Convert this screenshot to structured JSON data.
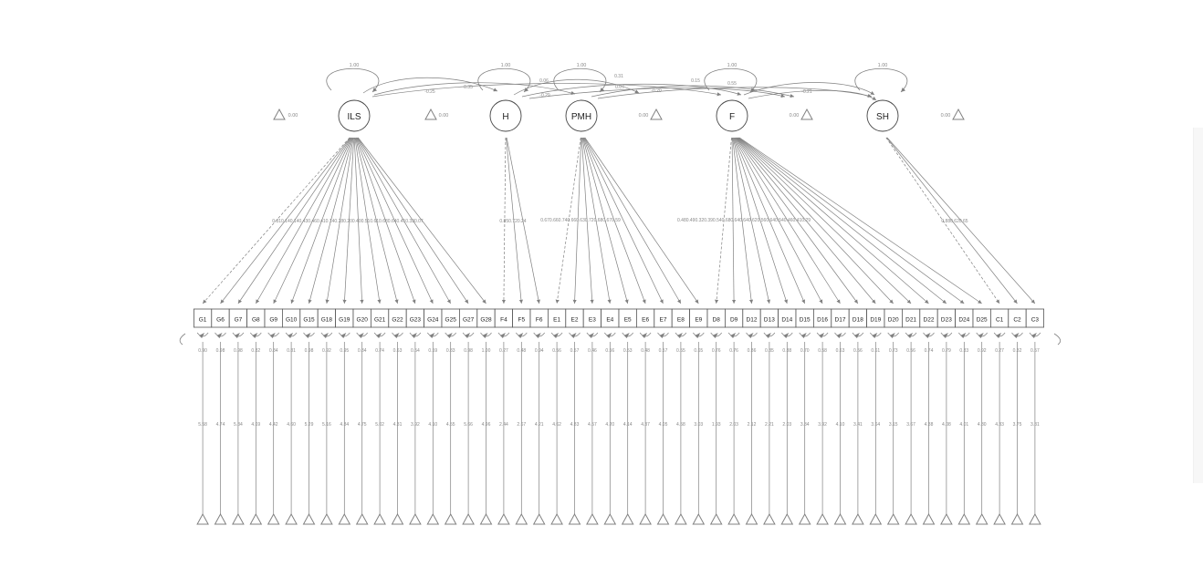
{
  "diagram": {
    "stroke_color": "#808080",
    "text_color": "#333333",
    "label_color": "#888888",
    "latents": [
      {
        "id": "ILS",
        "label": "ILS",
        "variance": "1.00",
        "intercept": "0.00"
      },
      {
        "id": "H",
        "label": "H",
        "variance": "1.00",
        "intercept": "0.00"
      },
      {
        "id": "PMH",
        "label": "PMH",
        "variance": "1.00",
        "intercept": "0.00"
      },
      {
        "id": "F",
        "label": "F",
        "variance": "1.00",
        "intercept": "0.00"
      },
      {
        "id": "SH",
        "label": "SH",
        "variance": "1.00",
        "intercept": "0.00"
      }
    ],
    "covariance_labels": [
      "-0.25",
      "0.35",
      "0.06",
      "-0.29",
      "0.31",
      "0.07",
      "-0.20",
      "0.15",
      "0.55",
      "-0.21"
    ],
    "loading_label_groups": [
      {
        "latent": "ILS",
        "text": "0.310.140.140.430.460.410.140.280.200.400.510.610.680.640.410.330.07"
      },
      {
        "latent": "H",
        "text": "0.850.720.24"
      },
      {
        "latent": "PMH",
        "text": "0.670.660.740.660.630.720.680.670.59"
      },
      {
        "latent": "F",
        "text": "0.480.490.320.390.540.680.640.640.620.560.640.540.460.410.29"
      },
      {
        "latent": "SH",
        "text": "0.880.620.65"
      }
    ],
    "indicators": [
      {
        "label": "G1",
        "latent": "ILS",
        "residual": "0.90",
        "intercept": "5.58"
      },
      {
        "label": "G6",
        "latent": "ILS",
        "residual": "0.98",
        "intercept": "4.74"
      },
      {
        "label": "G7",
        "latent": "ILS",
        "residual": "0.98",
        "intercept": "5.34"
      },
      {
        "label": "G8",
        "latent": "ILS",
        "residual": "0.82",
        "intercept": "4.69"
      },
      {
        "label": "G9",
        "latent": "ILS",
        "residual": "0.84",
        "intercept": "4.42"
      },
      {
        "label": "G10",
        "latent": "ILS",
        "residual": "0.81",
        "intercept": "4.60"
      },
      {
        "label": "G15",
        "latent": "ILS",
        "residual": "0.98",
        "intercept": "5.29"
      },
      {
        "label": "G18",
        "latent": "ILS",
        "residual": "0.92",
        "intercept": "5.16"
      },
      {
        "label": "G19",
        "latent": "ILS",
        "residual": "0.95",
        "intercept": "4.84"
      },
      {
        "label": "G20",
        "latent": "ILS",
        "residual": "0.84",
        "intercept": "4.75"
      },
      {
        "label": "G21",
        "latent": "ILS",
        "residual": "0.74",
        "intercept": "5.02"
      },
      {
        "label": "G22",
        "latent": "ILS",
        "residual": "0.63",
        "intercept": "4.31"
      },
      {
        "label": "G23",
        "latent": "ILS",
        "residual": "0.54",
        "intercept": "3.92"
      },
      {
        "label": "G24",
        "latent": "ILS",
        "residual": "0.59",
        "intercept": "4.10"
      },
      {
        "label": "G25",
        "latent": "ILS",
        "residual": "0.83",
        "intercept": "4.55"
      },
      {
        "label": "G27",
        "latent": "ILS",
        "residual": "0.98",
        "intercept": "5.66"
      },
      {
        "label": "G28",
        "latent": "ILS",
        "residual": "1.00",
        "intercept": "4.96"
      },
      {
        "label": "F4",
        "latent": "H",
        "residual": "0.27",
        "intercept": "2.44"
      },
      {
        "label": "F5",
        "latent": "H",
        "residual": "0.48",
        "intercept": "2.67"
      },
      {
        "label": "F6",
        "latent": "H",
        "residual": "0.94",
        "intercept": "4.21"
      },
      {
        "label": "E1",
        "latent": "PMH",
        "residual": "0.56",
        "intercept": "4.62"
      },
      {
        "label": "E2",
        "latent": "PMH",
        "residual": "0.57",
        "intercept": "4.83"
      },
      {
        "label": "E3",
        "latent": "PMH",
        "residual": "0.46",
        "intercept": "4.57"
      },
      {
        "label": "E4",
        "latent": "PMH",
        "residual": "0.56",
        "intercept": "4.20"
      },
      {
        "label": "E5",
        "latent": "PMH",
        "residual": "0.53",
        "intercept": "4.14"
      },
      {
        "label": "E6",
        "latent": "PMH",
        "residual": "0.48",
        "intercept": "4.37"
      },
      {
        "label": "E7",
        "latent": "PMH",
        "residual": "0.57",
        "intercept": "4.05"
      },
      {
        "label": "E8",
        "latent": "PMH",
        "residual": "0.55",
        "intercept": "4.58"
      },
      {
        "label": "E9",
        "latent": "PMH",
        "residual": "0.65",
        "intercept": "3.03"
      },
      {
        "label": "D8",
        "latent": "F",
        "residual": "0.76",
        "intercept": "1.93"
      },
      {
        "label": "D9",
        "latent": "F",
        "residual": "0.76",
        "intercept": "2.03"
      },
      {
        "label": "D12",
        "latent": "F",
        "residual": "0.86",
        "intercept": "2.12"
      },
      {
        "label": "D13",
        "latent": "F",
        "residual": "0.85",
        "intercept": "2.21"
      },
      {
        "label": "D14",
        "latent": "F",
        "residual": "0.88",
        "intercept": "2.03"
      },
      {
        "label": "D15",
        "latent": "F",
        "residual": "0.70",
        "intercept": "3.34"
      },
      {
        "label": "D16",
        "latent": "F",
        "residual": "0.58",
        "intercept": "3.92"
      },
      {
        "label": "D17",
        "latent": "F",
        "residual": "0.63",
        "intercept": "4.10"
      },
      {
        "label": "D18",
        "latent": "F",
        "residual": "0.56",
        "intercept": "3.41"
      },
      {
        "label": "D19",
        "latent": "F",
        "residual": "0.61",
        "intercept": "3.64"
      },
      {
        "label": "D20",
        "latent": "F",
        "residual": "0.73",
        "intercept": "3.15"
      },
      {
        "label": "D21",
        "latent": "F",
        "residual": "0.56",
        "intercept": "3.67"
      },
      {
        "label": "D22",
        "latent": "F",
        "residual": "0.74",
        "intercept": "4.38"
      },
      {
        "label": "D23",
        "latent": "F",
        "residual": "0.79",
        "intercept": "4.08"
      },
      {
        "label": "D24",
        "latent": "F",
        "residual": "0.83",
        "intercept": "4.01"
      },
      {
        "label": "D25",
        "latent": "F",
        "residual": "0.92",
        "intercept": "4.30"
      },
      {
        "label": "C1",
        "latent": "SH",
        "residual": "0.27",
        "intercept": "4.33"
      },
      {
        "label": "C2",
        "latent": "SH",
        "residual": "0.32",
        "intercept": "3.75"
      },
      {
        "label": "C3",
        "latent": "SH",
        "residual": "0.57",
        "intercept": "3.31"
      }
    ]
  }
}
